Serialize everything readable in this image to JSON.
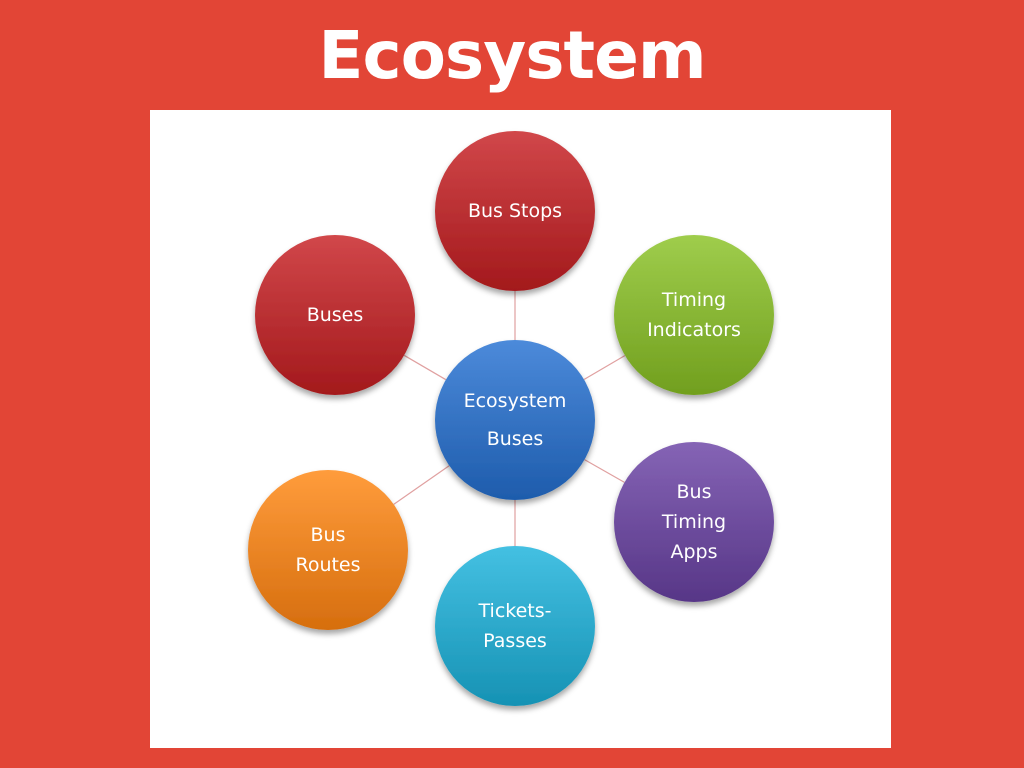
{
  "page": {
    "title": "Ecosystem"
  },
  "diagram": {
    "center": {
      "lines": [
        "Ecosystem",
        "Buses"
      ],
      "color": "#3a78c8"
    },
    "nodes": [
      {
        "id": "bus-stops",
        "lines": [
          "Bus Stops"
        ],
        "color": "#bf3538"
      },
      {
        "id": "timing-indicators",
        "lines": [
          "Timing",
          "Indicators"
        ],
        "color": "#8dbb3a"
      },
      {
        "id": "bus-timing-apps",
        "lines": [
          "Bus",
          "Timing",
          "Apps"
        ],
        "color": "#7352a3"
      },
      {
        "id": "tickets-passes",
        "lines": [
          "Tickets-",
          "Passes"
        ],
        "color": "#32aed0"
      },
      {
        "id": "bus-routes",
        "lines": [
          "Bus",
          "Routes"
        ],
        "color": "#f28a2a"
      },
      {
        "id": "buses",
        "lines": [
          "Buses"
        ],
        "color": "#bf3538"
      }
    ],
    "connector_color": "#e0a0a0"
  }
}
